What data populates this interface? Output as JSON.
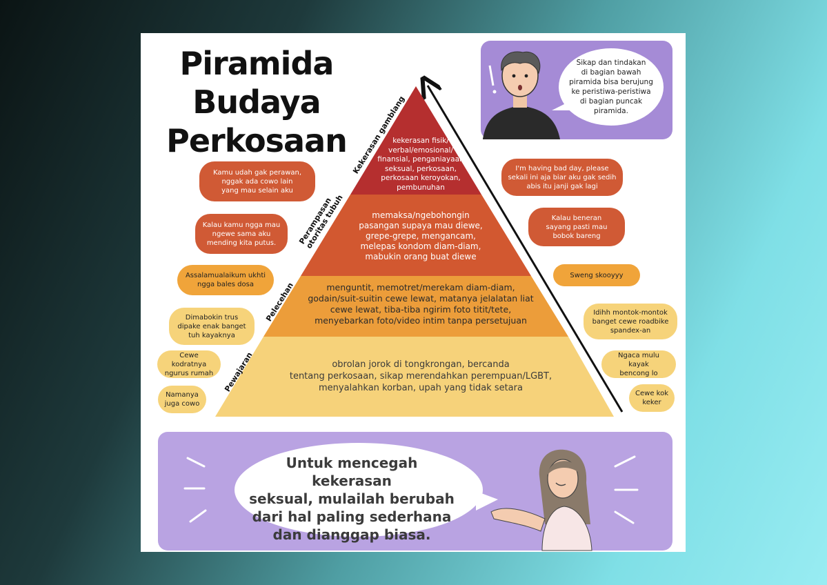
{
  "title": [
    "Piramida",
    "Budaya",
    "Perkosaan"
  ],
  "colors": {
    "tier_top": "#b52f2f",
    "tier_upper": "#d25830",
    "tier_middle": "#ec9d3a",
    "tier_base": "#f6d27a",
    "panel_purple": "#a58bd6",
    "bubble_red": "#d05a35",
    "bubble_orange": "#f0a43a",
    "bubble_yellow": "#f6d37a"
  },
  "side_labels": {
    "kekerasan": "Kekerasan gamblang",
    "perampasan": [
      "Perampasan",
      "otoritas tubuh"
    ],
    "pelecehan": "Pelecehan",
    "pewajaran": "Pewajaran"
  },
  "tiers": {
    "kekerasan": [
      "kekerasan fisik/",
      "verbal/emosional/",
      "finansial, penganiayaan",
      "seksual, perkosaan,",
      "perkosaan keroyokan,",
      "pembunuhan"
    ],
    "perampasan": [
      "memaksa/ngebohongin",
      "pasangan supaya mau diewe,",
      "grepe-grepe, mengancam,",
      "melepas kondom diam-diam,",
      "mabukin orang buat diewe"
    ],
    "pelecehan": [
      "menguntit, memotret/merekam diam-diam,",
      "godain/suit-suitin cewe lewat, matanya jelalatan liat",
      "cewe lewat, tiba-tiba ngirim foto titit/tete,",
      "menyebarkan foto/video intim tanpa persetujuan"
    ],
    "pewajaran": [
      "obrolan jorok di tongkrongan, bercanda",
      "tentang perkosaan, sikap merendahkan perempuan/LGBT,",
      "menyalahkan korban, upah yang tidak setara"
    ]
  },
  "left_bubbles": [
    [
      "Kamu udah gak perawan,",
      "nggak ada cowo lain",
      "yang mau selain aku"
    ],
    [
      "Kalau kamu ngga mau",
      "ngewe sama aku",
      "mending kita putus."
    ],
    [
      "Assalamualaikum ukhti",
      "ngga bales dosa"
    ],
    [
      "Dimabokin trus",
      "dipake enak banget",
      "tuh kayaknya"
    ],
    [
      "Cewe kodratnya",
      "ngurus rumah"
    ],
    [
      "Namanya",
      "juga cowo"
    ]
  ],
  "right_bubbles": [
    [
      "I'm having bad day, please",
      "sekali ini aja biar aku gak sedih",
      "abis itu janji gak lagi"
    ],
    [
      "Kalau beneran",
      "sayang pasti mau",
      "bobok bareng"
    ],
    [
      "Sweng skooyyy"
    ],
    [
      "Idihh montok-montok",
      "banget cewe roadbike",
      "spandex-an"
    ],
    [
      "Ngaca mulu kayak",
      "bencong lo"
    ],
    [
      "Cewe kok",
      "keker"
    ]
  ],
  "top_speech": [
    "Sikap dan tindakan",
    "di bagian bawah",
    "piramida bisa berujung",
    "ke peristiwa-peristiwa",
    "di bagian puncak",
    "piramida."
  ],
  "bottom_speech": [
    "Untuk mencegah kekerasan",
    "seksual, mulailah berubah",
    "dari hal paling sederhana",
    "dan dianggap biasa."
  ]
}
